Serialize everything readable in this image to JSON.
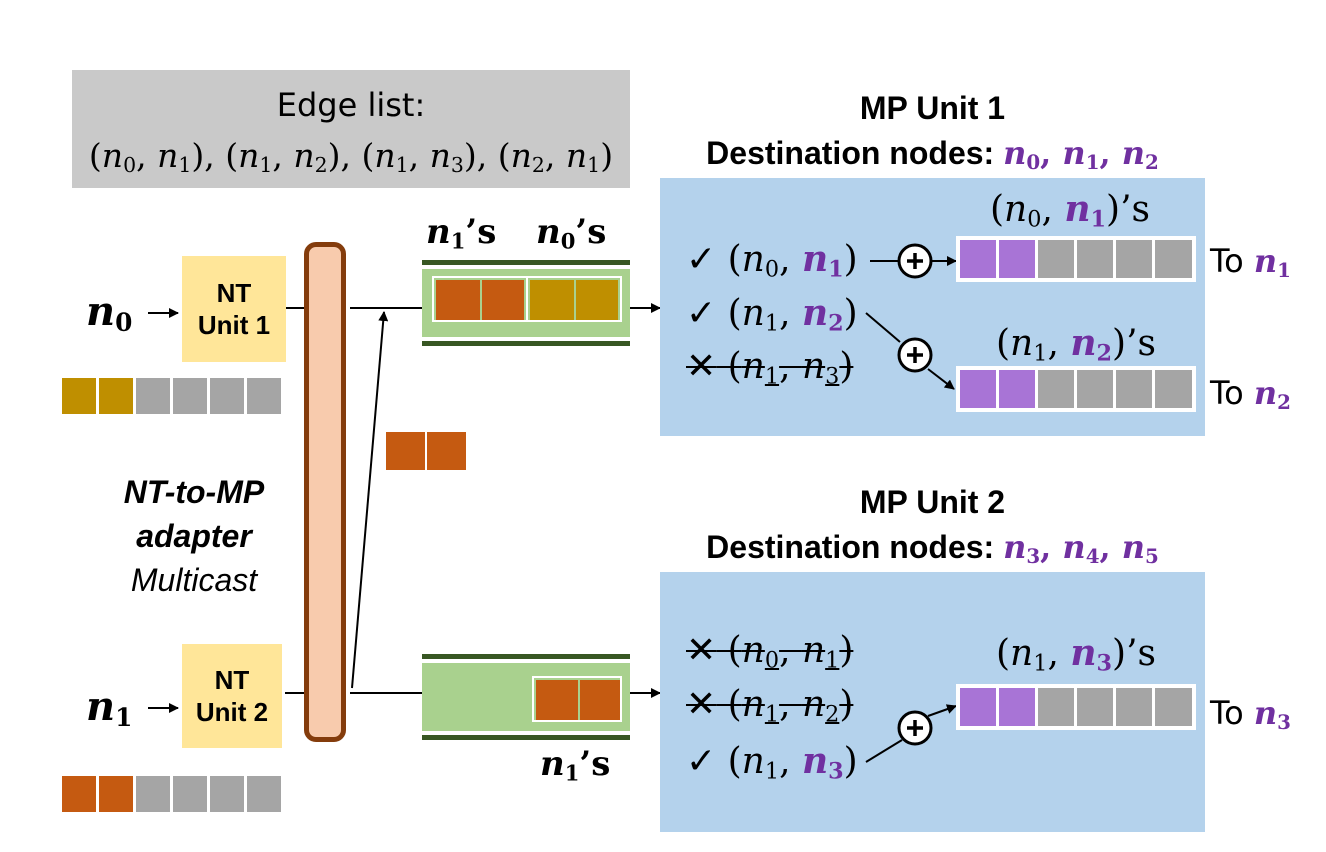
{
  "edge_list": {
    "title": "Edge list:",
    "edges": [
      "(n0, n1)",
      "(n1, n2)",
      "(n1, n3)",
      "(n2, n1)"
    ]
  },
  "nt_units": [
    {
      "input": "n0",
      "line1": "NT",
      "line2": "Unit 1"
    },
    {
      "input": "n1",
      "line1": "NT",
      "line2": "Unit 2"
    }
  ],
  "adapter": {
    "line1": "NT-to-MP",
    "line2": "adapter",
    "line3": "Multicast"
  },
  "buffer_labels": {
    "top_left": "n1's",
    "top_right": "n0's",
    "bottom": "n1's"
  },
  "mp_units": [
    {
      "title": "MP Unit 1",
      "dest_label": "Destination nodes:",
      "dest_nodes": [
        "n0",
        "n1",
        "n2"
      ],
      "edges": [
        {
          "mark": "✓",
          "edge": "(n0, n1)",
          "accepted": true
        },
        {
          "mark": "✓",
          "edge": "(n1, n2)",
          "accepted": true
        },
        {
          "mark": "✕",
          "edge": "(n1, n3)",
          "accepted": false
        }
      ],
      "outputs": [
        {
          "label": "(n0, n1)'s",
          "to": "To n1"
        },
        {
          "label": "(n1, n2)'s",
          "to": "To n2"
        }
      ]
    },
    {
      "title": "MP Unit 2",
      "dest_label": "Destination nodes:",
      "dest_nodes": [
        "n3",
        "n4",
        "n5"
      ],
      "edges": [
        {
          "mark": "✕",
          "edge": "(n0, n1)",
          "accepted": false
        },
        {
          "mark": "✕",
          "edge": "(n1, n2)",
          "accepted": false
        },
        {
          "mark": "✓",
          "edge": "(n1, n3)",
          "accepted": true
        }
      ],
      "outputs": [
        {
          "label": "(n1, n3)'s",
          "to": "To n3"
        }
      ]
    }
  ],
  "plus_symbol": "+",
  "colors": {
    "n0_feature": "#bf8f00",
    "n1_feature": "#c55a11",
    "empty_cell": "#a5a5a5",
    "message": "#a874d6",
    "nt_unit": "#ffe699",
    "adapter_fill": "#f8cbad",
    "adapter_border": "#843c0c",
    "buffer_fill": "#a9d18e",
    "buffer_rail": "#385723",
    "mp_background": "#b4d2ec",
    "edge_list_bg": "#c9c9c9",
    "highlight_text": "#7030a0"
  }
}
